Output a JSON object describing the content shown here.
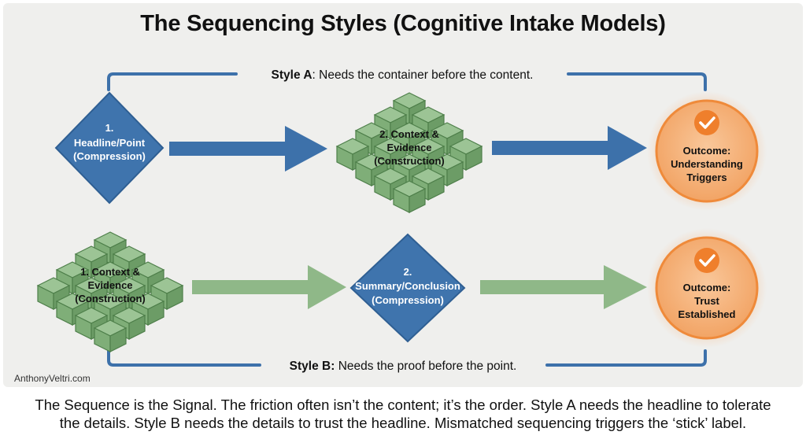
{
  "title": "The Sequencing Styles (Cognitive Intake Models)",
  "style_a": {
    "label_bold": "Style A",
    "label_rest": ": Needs the container before the content.",
    "step1": [
      "1.",
      "Headline/Point",
      "(Compression)"
    ],
    "step2": [
      "2. Context &",
      "Evidence",
      "(Construction)"
    ],
    "outcome": [
      "Outcome:",
      "Understanding",
      "Triggers"
    ]
  },
  "style_b": {
    "label_bold": "Style B:",
    "label_rest": " Needs the proof before the point.",
    "step1": [
      "1. Context &",
      "Evidence",
      "(Construction)"
    ],
    "step2": [
      "2.",
      "Summary/Conclusion",
      "(Compression)"
    ],
    "outcome": [
      "Outcome:",
      "Trust",
      "Established"
    ]
  },
  "credit": "AnthonyVeltri.com",
  "caption_line1": "The Sequence is the Signal. The friction often isn’t the content; it’s the order. Style A needs the headline to tolerate",
  "caption_line2": "the details. Style B needs the details to trust the headline. Mismatched sequencing triggers the ‘stick’ label.",
  "colors": {
    "compression_blue": "#3f74ad",
    "construction_green": "#7fae78",
    "arrow_blue": "#3d71aa",
    "arrow_green": "#8fb888",
    "outcome_orange": "#f2b07c",
    "outcome_ring": "#ef8a3a",
    "bracket": "#3d71aa"
  },
  "icons": {
    "outcome_a": "checkmark-icon",
    "outcome_b": "checkmark-icon"
  }
}
